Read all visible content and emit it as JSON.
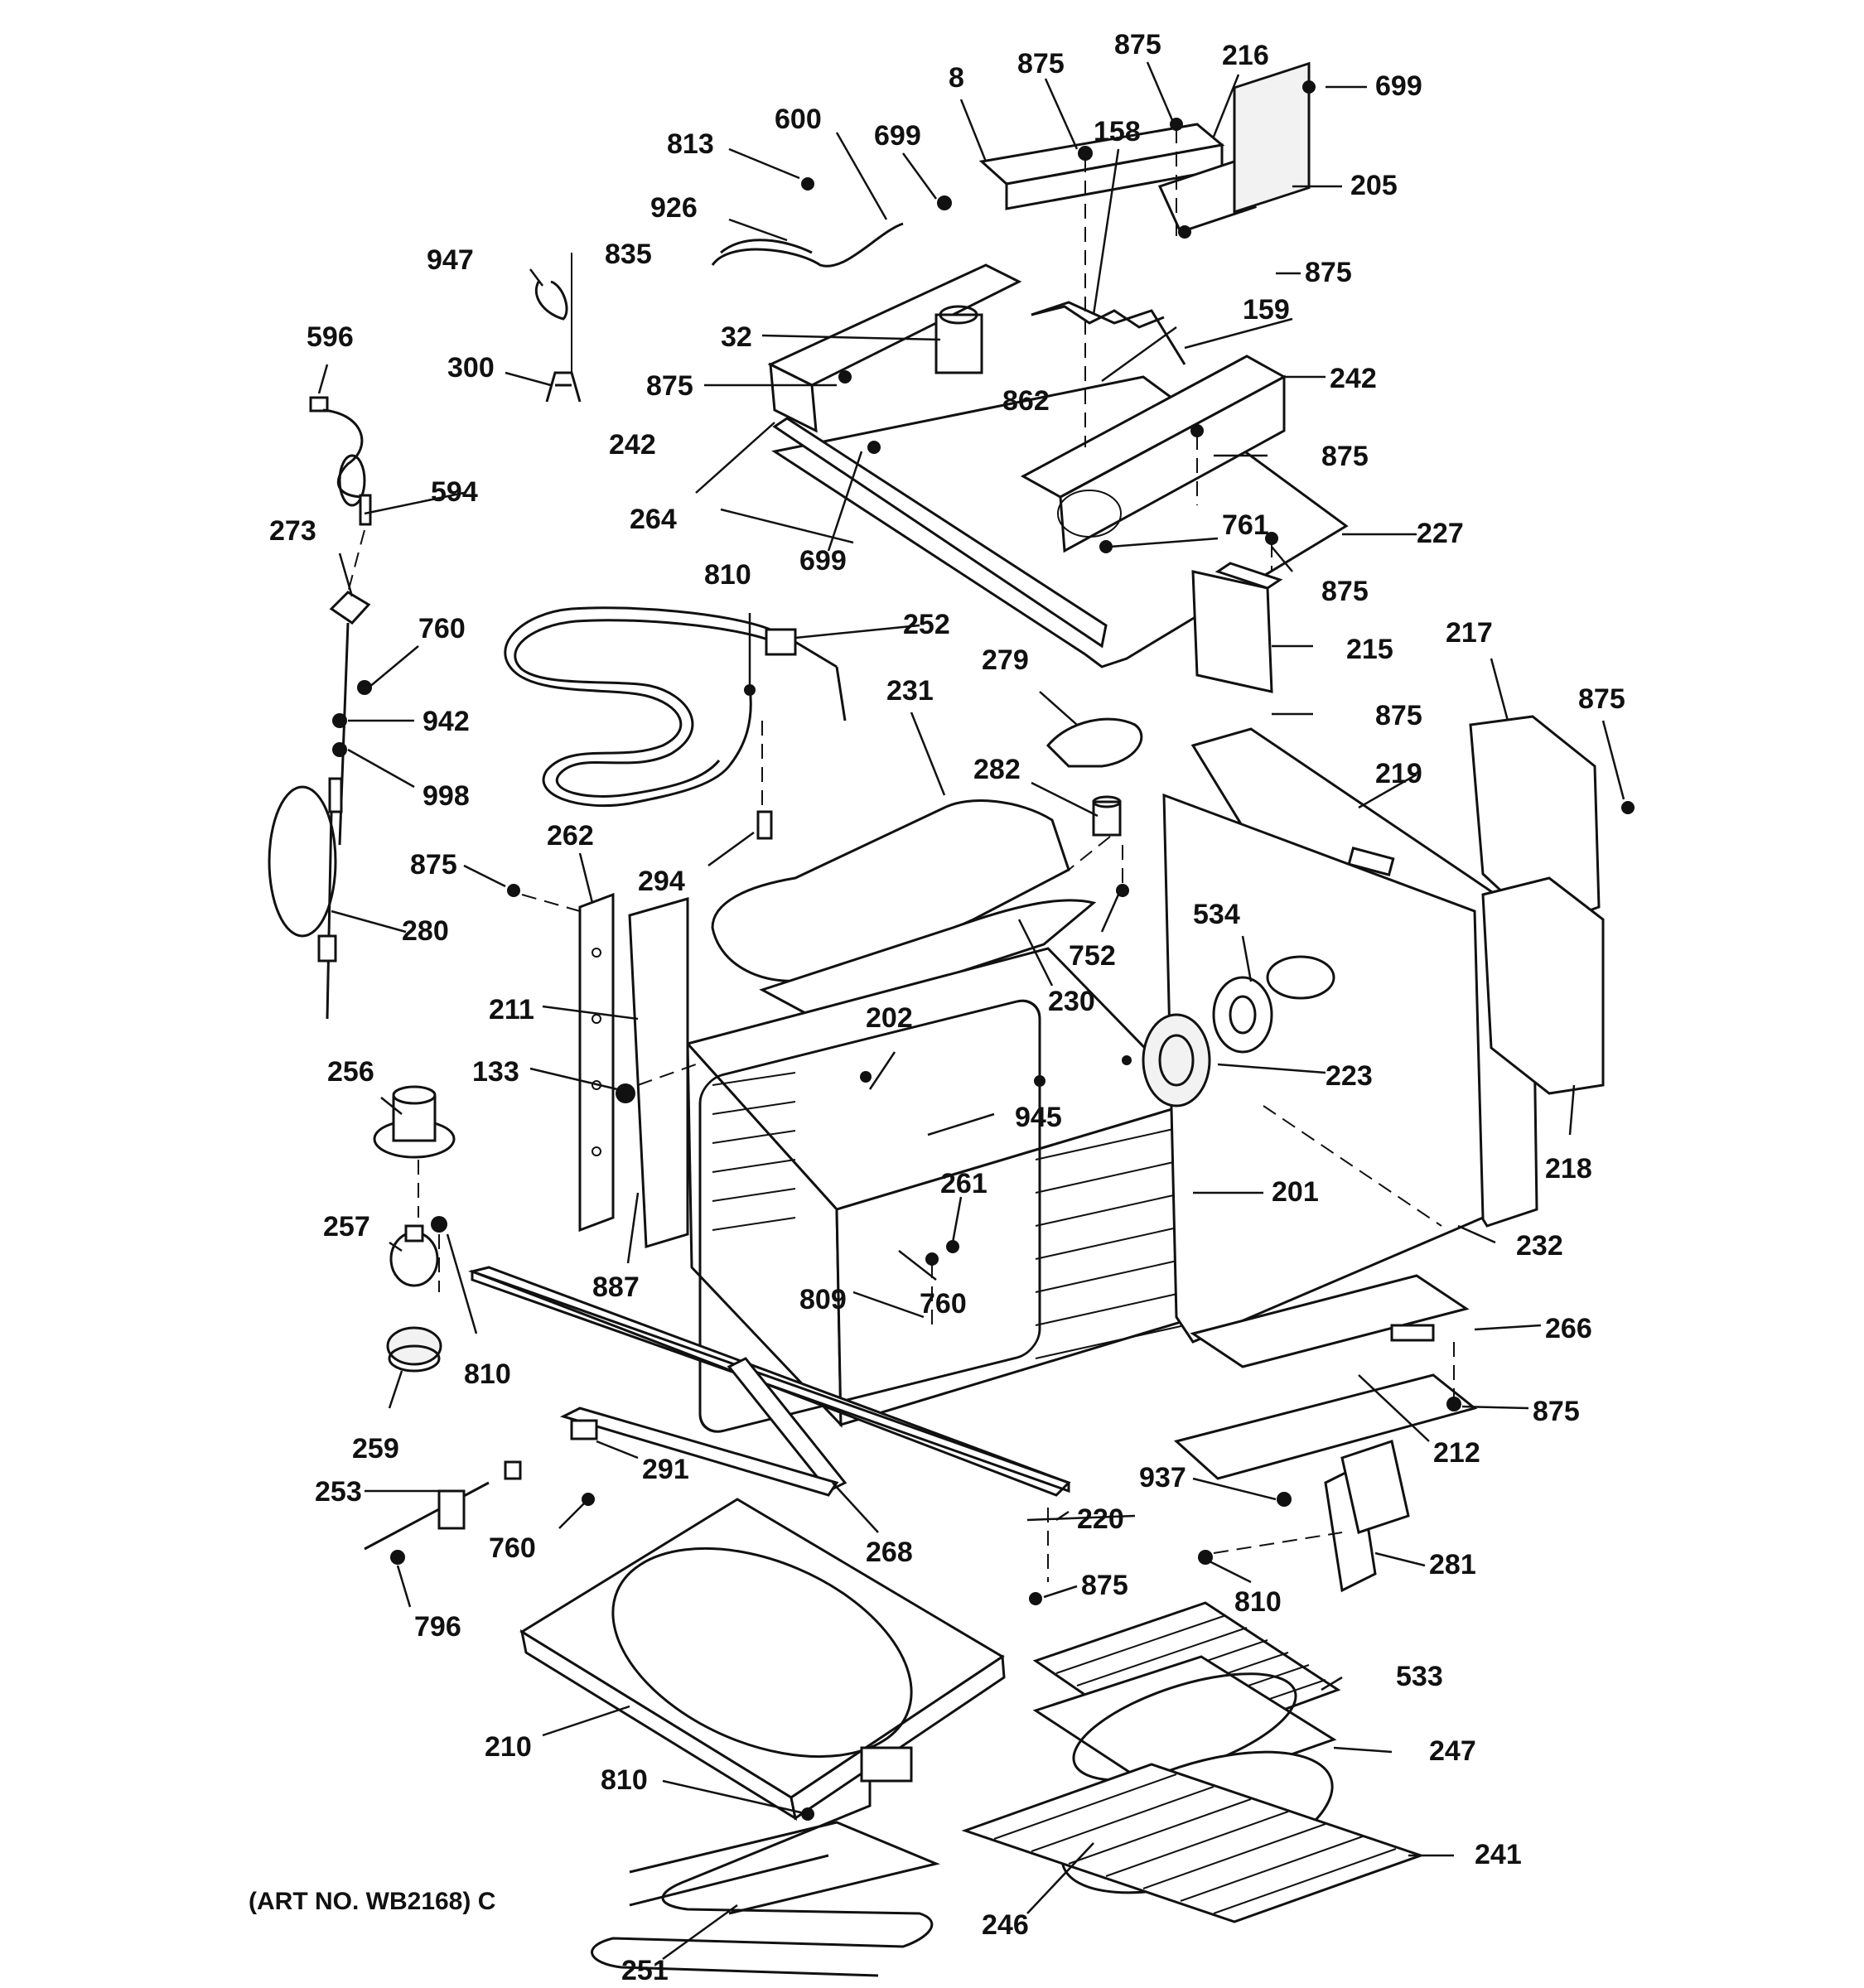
{
  "art_number": "(ART NO. WB2168) C",
  "callouts": [
    {
      "id": "c8",
      "label": "8"
    },
    {
      "id": "c875a",
      "label": "875"
    },
    {
      "id": "c875b",
      "label": "875"
    },
    {
      "id": "c216",
      "label": "216"
    },
    {
      "id": "c699a",
      "label": "699"
    },
    {
      "id": "c600",
      "label": "600"
    },
    {
      "id": "c699b",
      "label": "699"
    },
    {
      "id": "c813",
      "label": "813"
    },
    {
      "id": "c158",
      "label": "158"
    },
    {
      "id": "c205",
      "label": "205"
    },
    {
      "id": "c926",
      "label": "926"
    },
    {
      "id": "c947",
      "label": "947"
    },
    {
      "id": "c835",
      "label": "835"
    },
    {
      "id": "c875c",
      "label": "875"
    },
    {
      "id": "c159",
      "label": "159"
    },
    {
      "id": "c32",
      "label": "32"
    },
    {
      "id": "c596",
      "label": "596"
    },
    {
      "id": "c300",
      "label": "300"
    },
    {
      "id": "c875d",
      "label": "875"
    },
    {
      "id": "c242a",
      "label": "242"
    },
    {
      "id": "c862",
      "label": "862"
    },
    {
      "id": "c242b",
      "label": "242"
    },
    {
      "id": "c875e",
      "label": "875"
    },
    {
      "id": "c594",
      "label": "594"
    },
    {
      "id": "c264",
      "label": "264"
    },
    {
      "id": "c273",
      "label": "273"
    },
    {
      "id": "c699c",
      "label": "699"
    },
    {
      "id": "c761",
      "label": "761"
    },
    {
      "id": "c227",
      "label": "227"
    },
    {
      "id": "c875f",
      "label": "875"
    },
    {
      "id": "c810a",
      "label": "810"
    },
    {
      "id": "c760a",
      "label": "760"
    },
    {
      "id": "c252",
      "label": "252"
    },
    {
      "id": "c217",
      "label": "217"
    },
    {
      "id": "c215",
      "label": "215"
    },
    {
      "id": "c279",
      "label": "279"
    },
    {
      "id": "c231",
      "label": "231"
    },
    {
      "id": "c875g",
      "label": "875"
    },
    {
      "id": "c942",
      "label": "942"
    },
    {
      "id": "c875h",
      "label": "875"
    },
    {
      "id": "c282",
      "label": "282"
    },
    {
      "id": "c219",
      "label": "219"
    },
    {
      "id": "c998",
      "label": "998"
    },
    {
      "id": "c262",
      "label": "262"
    },
    {
      "id": "c294",
      "label": "294"
    },
    {
      "id": "c875i",
      "label": "875"
    },
    {
      "id": "c534",
      "label": "534"
    },
    {
      "id": "c280",
      "label": "280"
    },
    {
      "id": "c752",
      "label": "752"
    },
    {
      "id": "c230",
      "label": "230"
    },
    {
      "id": "c211",
      "label": "211"
    },
    {
      "id": "c202",
      "label": "202"
    },
    {
      "id": "c133",
      "label": "133"
    },
    {
      "id": "c256",
      "label": "256"
    },
    {
      "id": "c223",
      "label": "223"
    },
    {
      "id": "c945",
      "label": "945"
    },
    {
      "id": "c218",
      "label": "218"
    },
    {
      "id": "c261",
      "label": "261"
    },
    {
      "id": "c201",
      "label": "201"
    },
    {
      "id": "c257",
      "label": "257"
    },
    {
      "id": "c232",
      "label": "232"
    },
    {
      "id": "c887",
      "label": "887"
    },
    {
      "id": "c760b",
      "label": "760"
    },
    {
      "id": "c809",
      "label": "809"
    },
    {
      "id": "c810b",
      "label": "810"
    },
    {
      "id": "c266",
      "label": "266"
    },
    {
      "id": "c875j",
      "label": "875"
    },
    {
      "id": "c259",
      "label": "259"
    },
    {
      "id": "c212",
      "label": "212"
    },
    {
      "id": "c291",
      "label": "291"
    },
    {
      "id": "c937",
      "label": "937"
    },
    {
      "id": "c253",
      "label": "253"
    },
    {
      "id": "c220",
      "label": "220"
    },
    {
      "id": "c760c",
      "label": "760"
    },
    {
      "id": "c268",
      "label": "268"
    },
    {
      "id": "c281",
      "label": "281"
    },
    {
      "id": "c875k",
      "label": "875"
    },
    {
      "id": "c810c",
      "label": "810"
    },
    {
      "id": "c796",
      "label": "796"
    },
    {
      "id": "c533",
      "label": "533"
    },
    {
      "id": "c210",
      "label": "210"
    },
    {
      "id": "c247",
      "label": "247"
    },
    {
      "id": "c810d",
      "label": "810"
    },
    {
      "id": "c241",
      "label": "241"
    },
    {
      "id": "c246",
      "label": "246"
    },
    {
      "id": "c251",
      "label": "251"
    }
  ]
}
